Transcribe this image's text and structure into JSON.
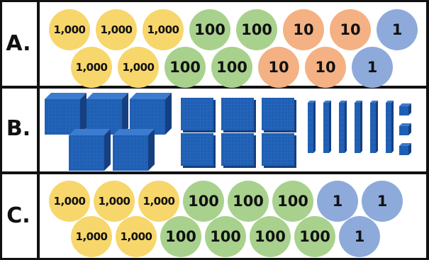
{
  "colors": {
    "thousand": "#f7d66b",
    "hundred": "#a9d18e",
    "ten": "#f4b183",
    "one": "#8eaadb",
    "block_front": "#1f5fb3",
    "block_top": "#3b7bd0",
    "block_side": "#153f80",
    "grid": "#2b6bc0"
  },
  "rows": {
    "a": {
      "label": "A.",
      "disks": [
        {
          "text": "1,000",
          "kind": "thousand"
        },
        {
          "text": "1,000",
          "kind": "thousand"
        },
        {
          "text": "1,000",
          "kind": "thousand"
        },
        {
          "text": "100",
          "kind": "hundred"
        },
        {
          "text": "100",
          "kind": "hundred"
        },
        {
          "text": "10",
          "kind": "ten"
        },
        {
          "text": "10",
          "kind": "ten"
        },
        {
          "text": "1",
          "kind": "one"
        },
        {
          "text": "1,000",
          "kind": "thousand"
        },
        {
          "text": "1,000",
          "kind": "thousand"
        },
        {
          "text": "100",
          "kind": "hundred"
        },
        {
          "text": "100",
          "kind": "hundred"
        },
        {
          "text": "10",
          "kind": "ten"
        },
        {
          "text": "10",
          "kind": "ten"
        },
        {
          "text": "1",
          "kind": "one"
        }
      ]
    },
    "b": {
      "label": "B.",
      "blocks": {
        "thousands": 5,
        "hundreds": 6,
        "tens": 6,
        "ones": 3
      }
    },
    "c": {
      "label": "C.",
      "disks": [
        {
          "text": "1,000",
          "kind": "thousand"
        },
        {
          "text": "1,000",
          "kind": "thousand"
        },
        {
          "text": "1,000",
          "kind": "thousand"
        },
        {
          "text": "100",
          "kind": "hundred"
        },
        {
          "text": "100",
          "kind": "hundred"
        },
        {
          "text": "100",
          "kind": "hundred"
        },
        {
          "text": "1",
          "kind": "one"
        },
        {
          "text": "1",
          "kind": "one"
        },
        {
          "text": "1,000",
          "kind": "thousand"
        },
        {
          "text": "1,000",
          "kind": "thousand"
        },
        {
          "text": "100",
          "kind": "hundred"
        },
        {
          "text": "100",
          "kind": "hundred"
        },
        {
          "text": "100",
          "kind": "hundred"
        },
        {
          "text": "100",
          "kind": "hundred"
        },
        {
          "text": "1",
          "kind": "one"
        }
      ]
    }
  }
}
